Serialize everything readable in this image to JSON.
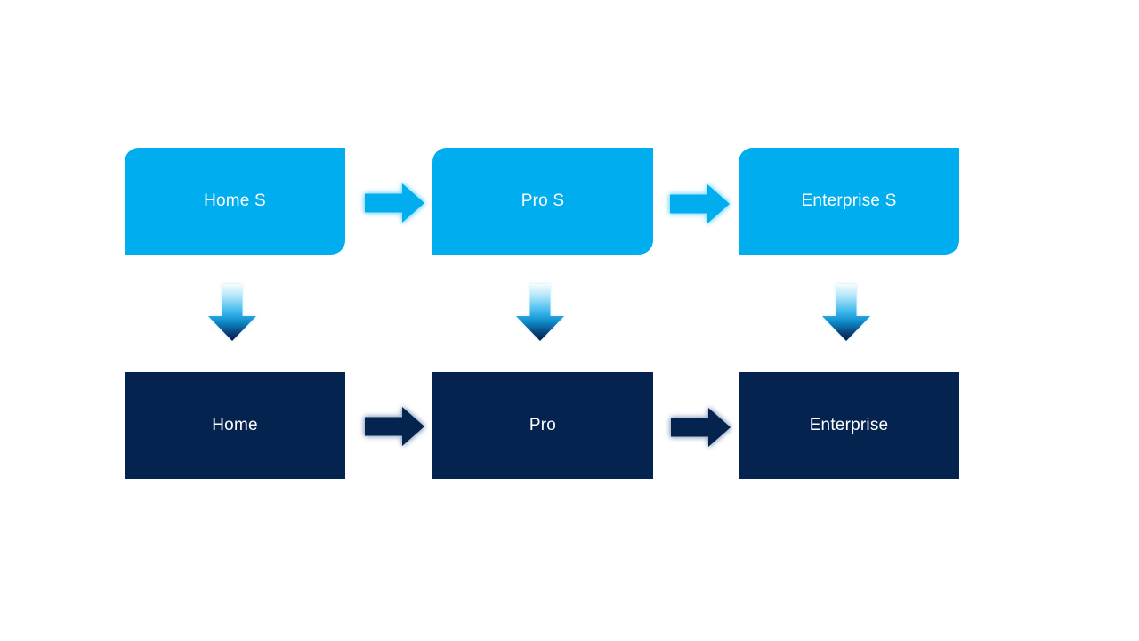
{
  "canvas": {
    "background": "#FFFFFF"
  },
  "palette": {
    "canvas_bg": "#FFFFFF",
    "top_box_fill": "#00AEEF",
    "bottom_box_fill": "#05234F",
    "label_color": "#FFFFFF",
    "top_arrow_fill": "#00AEEF",
    "top_arrow_glow": "#8EDCF9",
    "bottom_arrow_fill": "#05234F",
    "bottom_arrow_glow": "#9FB0C8",
    "down_grad": [
      "#F7FCFE",
      "#AEE4F8",
      "#3FB9ED",
      "#0E8DCB",
      "#093F77",
      "#031C44"
    ]
  },
  "columns": [
    {
      "top_label": "Home S",
      "bottom_label": "Home"
    },
    {
      "top_label": "Pro S",
      "bottom_label": "Pro"
    },
    {
      "top_label": "Enterprise S",
      "bottom_label": "Enterprise"
    }
  ]
}
